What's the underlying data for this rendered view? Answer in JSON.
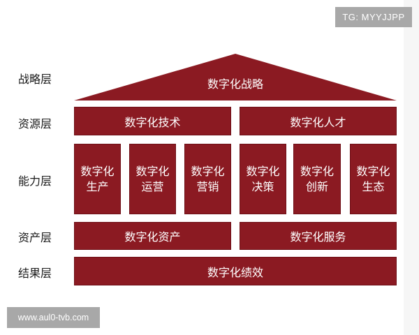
{
  "watermarks": {
    "top_right": "TG: MYYJJPP",
    "bottom_left": "www.aul0-tvb.com"
  },
  "colors": {
    "block": "#8b1a22",
    "text_on_block": "#ffffff",
    "label": "#1a1a1a",
    "watermark_bg": "#a8a8a8"
  },
  "layers": {
    "strategy": {
      "label": "战略层",
      "items": [
        "数字化战略"
      ]
    },
    "resource": {
      "label": "资源层",
      "items": [
        "数字化技术",
        "数字化人才"
      ]
    },
    "capability": {
      "label": "能力层",
      "items": [
        {
          "line1": "数字化",
          "line2": "生产"
        },
        {
          "line1": "数字化",
          "line2": "运营"
        },
        {
          "line1": "数字化",
          "line2": "营销"
        },
        {
          "line1": "数字化",
          "line2": "决策"
        },
        {
          "line1": "数字化",
          "line2": "创新"
        },
        {
          "line1": "数字化",
          "line2": "生态"
        }
      ]
    },
    "asset": {
      "label": "资产层",
      "items": [
        "数字化资产",
        "数字化服务"
      ]
    },
    "result": {
      "label": "结果层",
      "items": [
        "数字化绩效"
      ]
    }
  }
}
